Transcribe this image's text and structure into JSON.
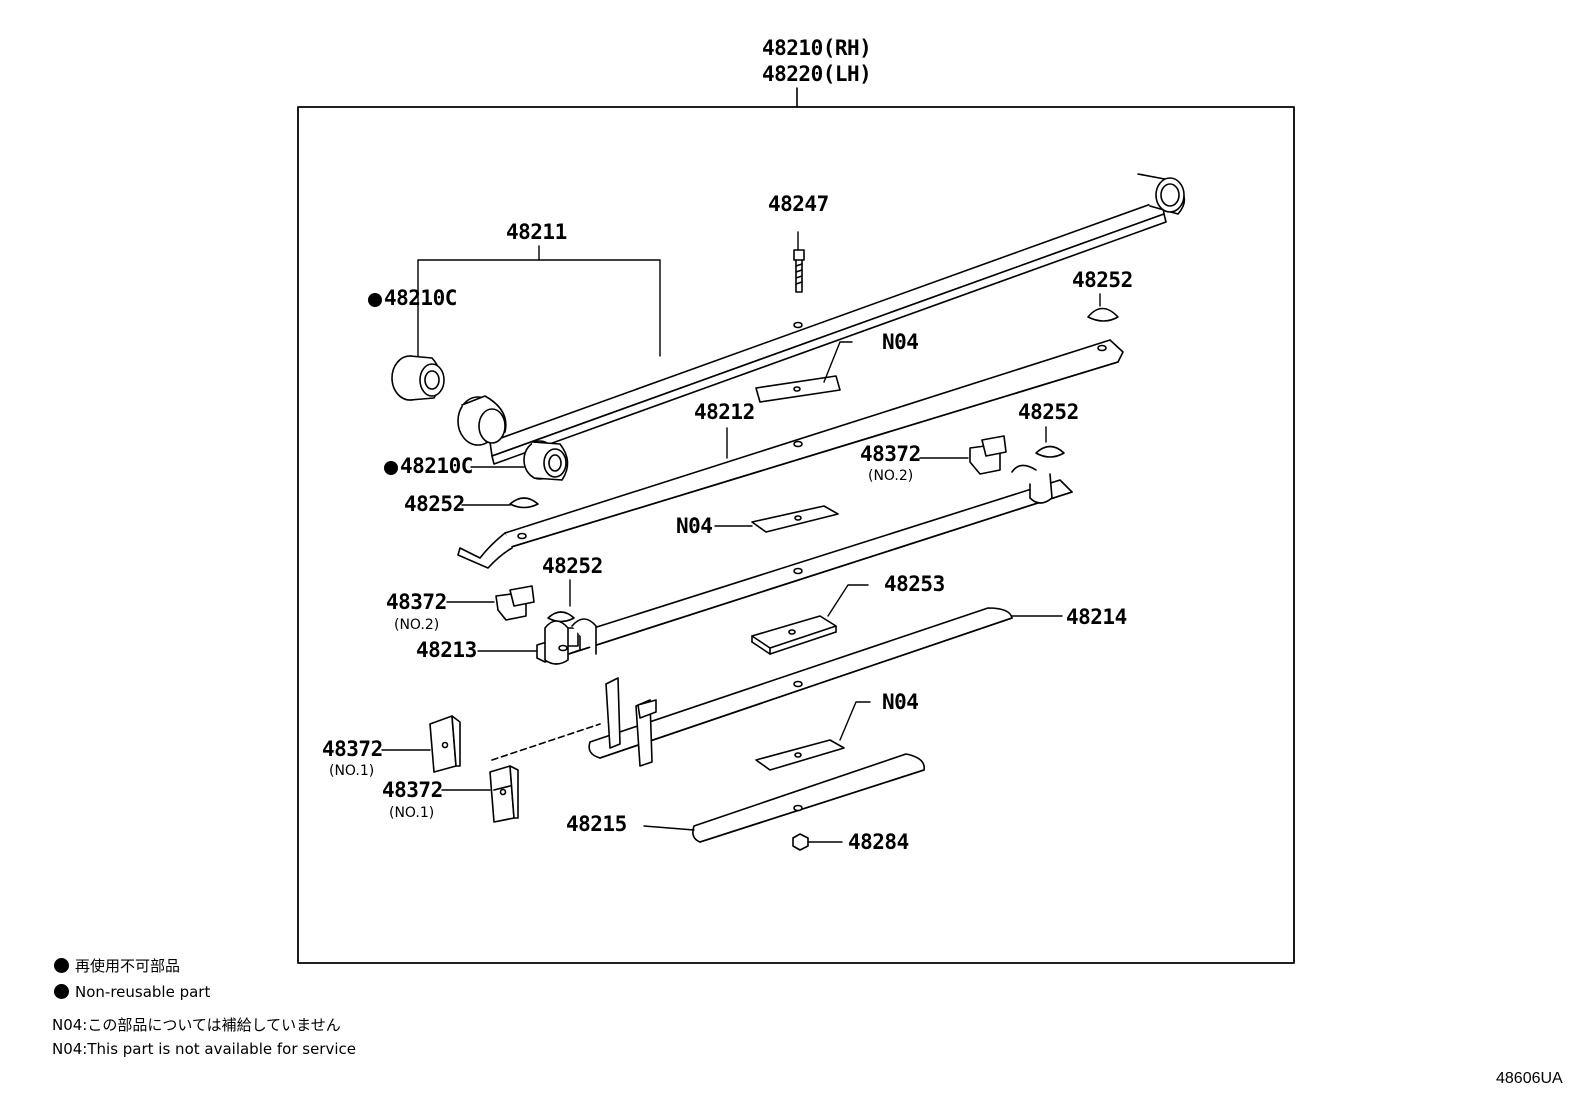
{
  "assembly": {
    "rh": "48210(RH)",
    "lh": "48220(LH)"
  },
  "labels": {
    "p48211": "48211",
    "p48210c_a": "48210C",
    "p48210c_b": "48210C",
    "p48247": "48247",
    "p48252_a": "48252",
    "p48252_b": "48252",
    "p48252_c": "48252",
    "p48252_d": "48252",
    "n04_a": "N04",
    "n04_b": "N04",
    "n04_c": "N04",
    "p48212": "48212",
    "p48372_a": "48372",
    "p48372_a_sub": "(NO.2)",
    "p48372_b": "48372",
    "p48372_b_sub": "(NO.2)",
    "p48372_c": "48372",
    "p48372_c_sub": "(NO.1)",
    "p48372_d": "48372",
    "p48372_d_sub": "(NO.1)",
    "p48213": "48213",
    "p48253": "48253",
    "p48214": "48214",
    "p48215": "48215",
    "p48284": "48284"
  },
  "legend": {
    "nonreusable_ja": "再使用不可部品",
    "nonreusable_en": "Non-reusable part",
    "n04_ja": "N04:この部品については補給していません",
    "n04_en": "N04:This part is not available for service"
  },
  "diagram_code": "48606UA"
}
